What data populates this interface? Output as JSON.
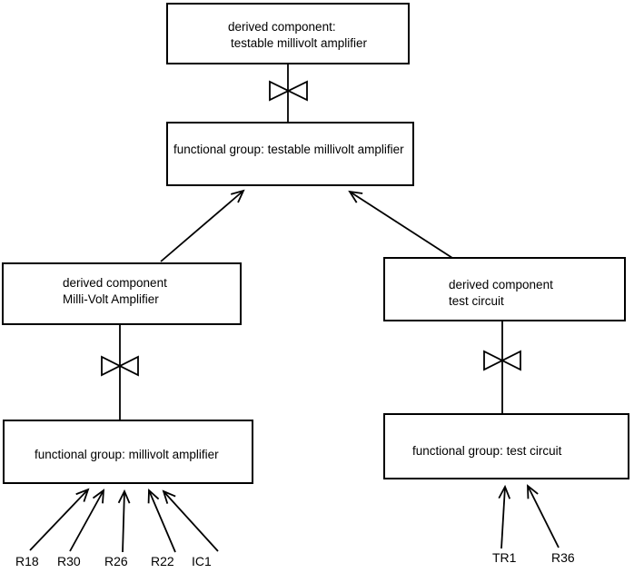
{
  "diagram": {
    "colors": {
      "line": "#000000",
      "background": "#ffffff"
    },
    "boxes": {
      "derived_testable": {
        "line1": "derived component:",
        "line2": "testable millivolt amplifier"
      },
      "fg_testable": {
        "label": "functional group: testable millivolt amplifier"
      },
      "derived_mva": {
        "line1": "derived component",
        "line2": "Milli-Volt Amplifier"
      },
      "derived_test": {
        "line1": "derived component",
        "line2": "test circuit"
      },
      "fg_mva": {
        "label": "functional group: millivolt amplifier"
      },
      "fg_test": {
        "label": "functional group: test circuit"
      }
    },
    "components": {
      "left": [
        "R18",
        "R30",
        "R26",
        "R22",
        "IC1"
      ],
      "right": [
        "TR1",
        "R36"
      ]
    }
  }
}
